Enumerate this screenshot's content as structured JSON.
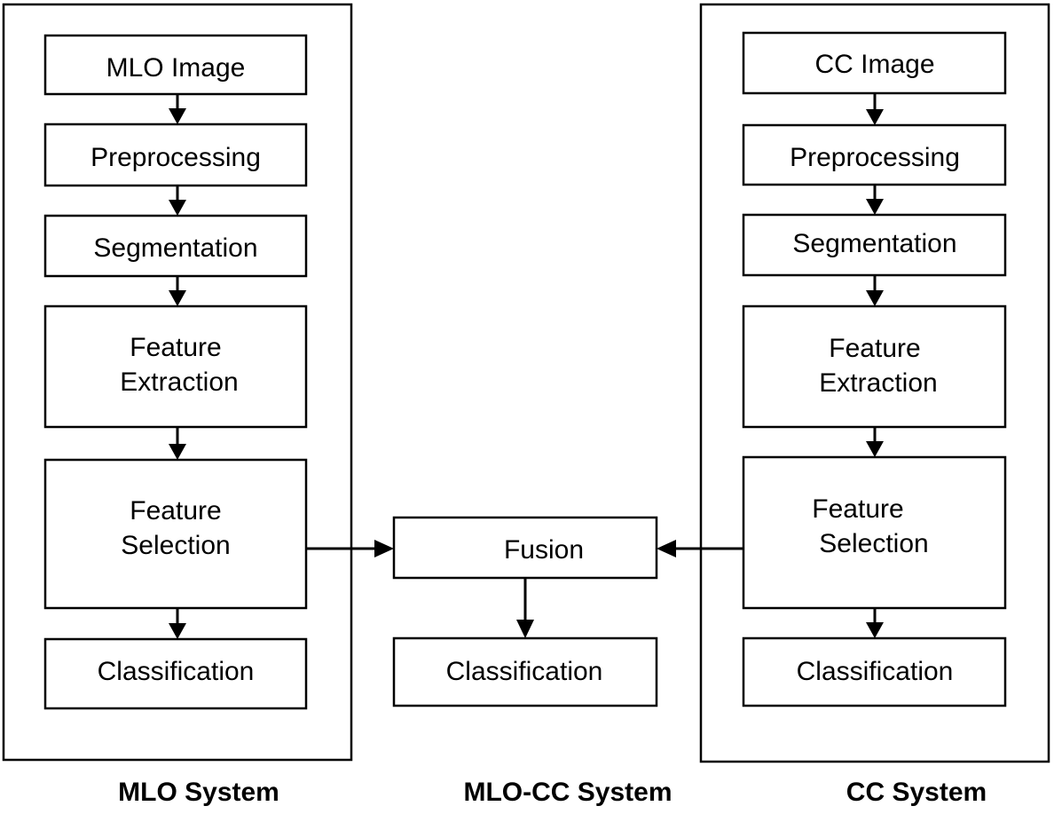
{
  "systems": {
    "mlo": {
      "caption": "MLO System",
      "steps": {
        "image": "MLO Image",
        "preprocessing": "Preprocessing",
        "segmentation": "Segmentation",
        "feature_extraction": [
          "Feature",
          "Extraction"
        ],
        "feature_selection": [
          "Feature",
          "Selection"
        ],
        "classification": "Classification"
      }
    },
    "fusion": {
      "caption": "MLO-CC System",
      "steps": {
        "fusion": "Fusion",
        "classification": "Classification"
      }
    },
    "cc": {
      "caption": "CC System",
      "steps": {
        "image": "CC Image",
        "preprocessing": "Preprocessing",
        "segmentation": "Segmentation",
        "feature_extraction": [
          "Feature",
          "Extraction"
        ],
        "feature_selection": [
          "Feature",
          "Selection"
        ],
        "classification": "Classification"
      }
    }
  }
}
